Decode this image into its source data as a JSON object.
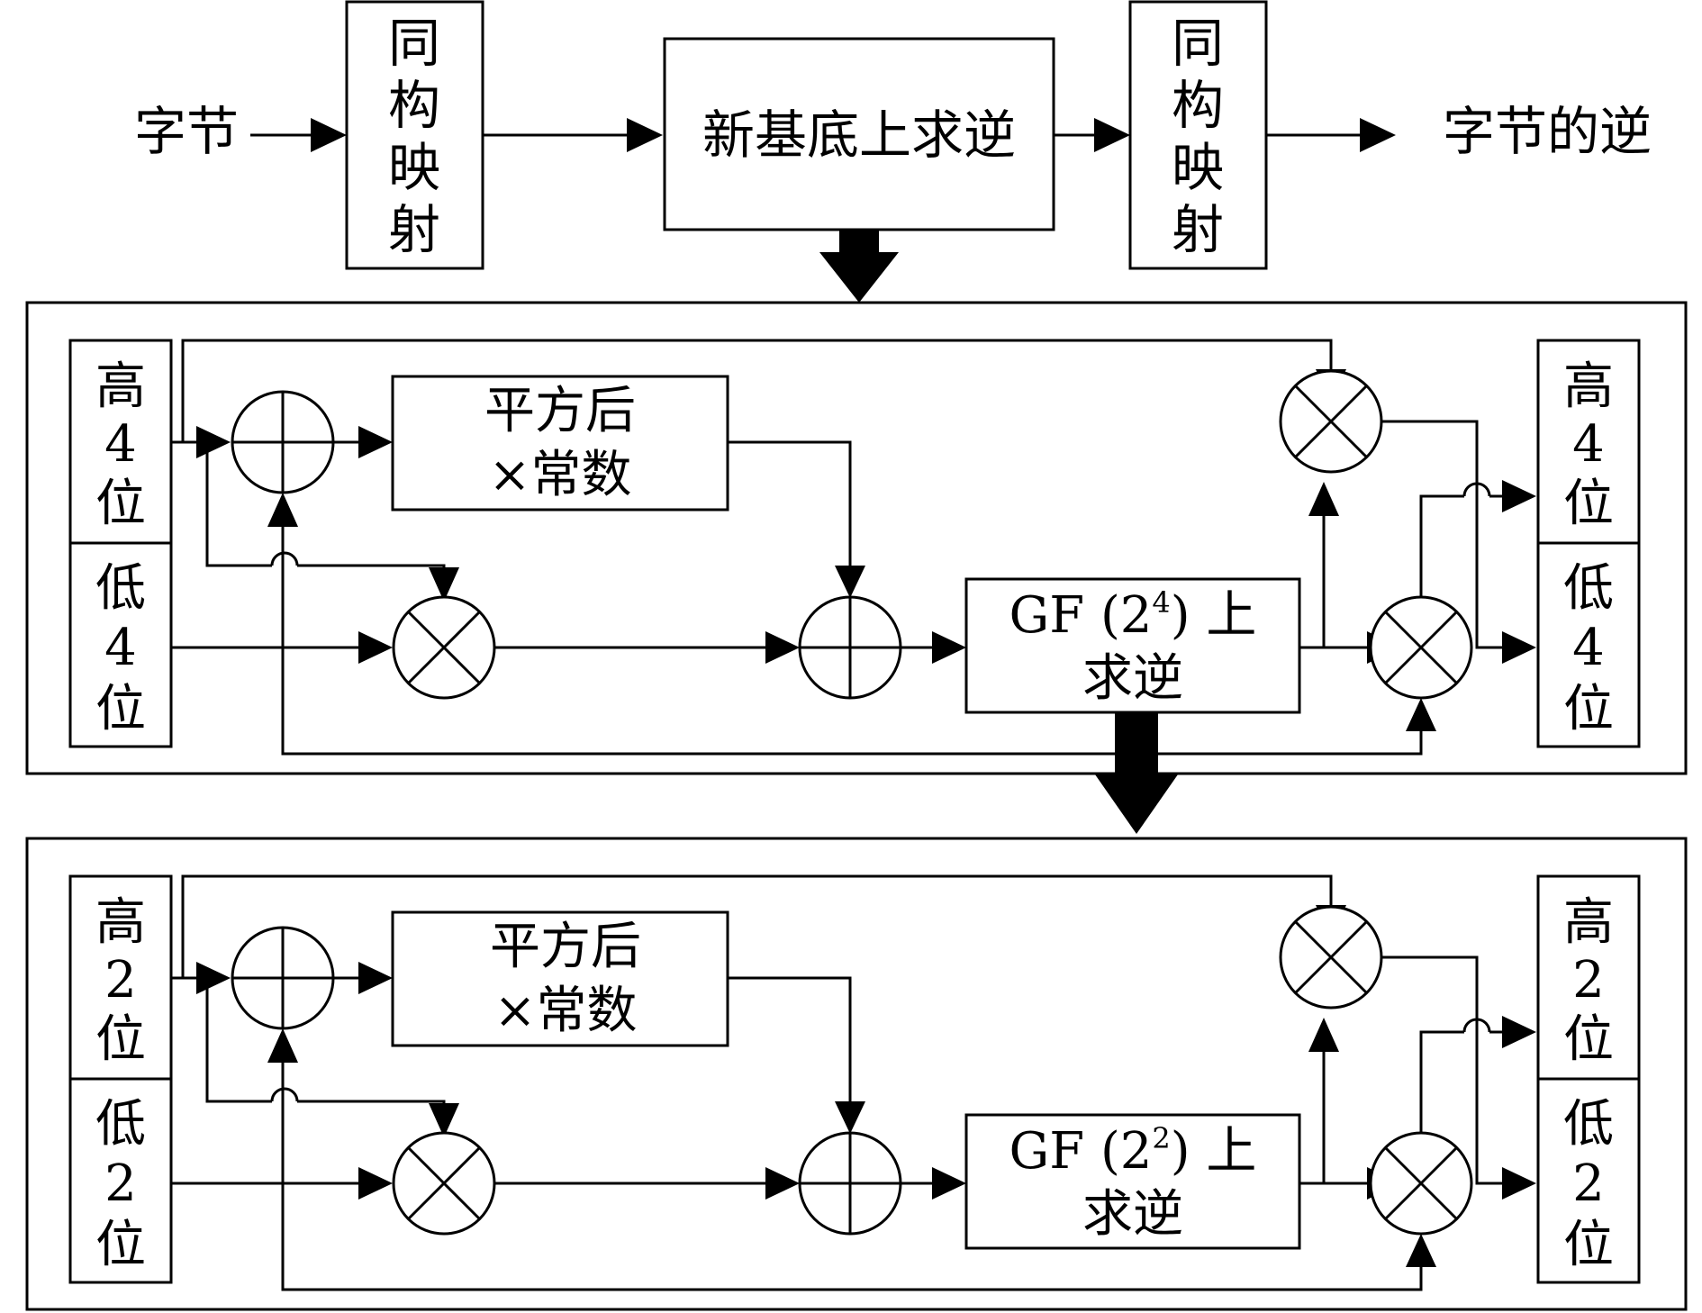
{
  "top": {
    "input": "字节",
    "iso_map_left": [
      "同",
      "构",
      "映",
      "射"
    ],
    "invert_new_basis": "新基底上求逆",
    "iso_map_right": [
      "同",
      "构",
      "映",
      "射"
    ],
    "output": "字节的逆"
  },
  "stage1": {
    "left_high": [
      "高",
      "4",
      "位"
    ],
    "left_low": [
      "低",
      "4",
      "位"
    ],
    "square_line1": "平方后",
    "square_line2": "×常数",
    "gf_line1_pre": "GF (2",
    "gf_exp": "4",
    "gf_line1_post": ") 上",
    "gf_line2": "求逆",
    "right_high": [
      "高",
      "4",
      "位"
    ],
    "right_low": [
      "低",
      "4",
      "位"
    ]
  },
  "stage2": {
    "left_high": [
      "高",
      "2",
      "位"
    ],
    "left_low": [
      "低",
      "2",
      "位"
    ],
    "square_line1": "平方后",
    "square_line2": "×常数",
    "gf_line1_pre": "GF (2",
    "gf_exp": "2",
    "gf_line1_post": ") 上",
    "gf_line2": "求逆",
    "right_high": [
      "高",
      "2",
      "位"
    ],
    "right_low": [
      "低",
      "2",
      "位"
    ]
  }
}
